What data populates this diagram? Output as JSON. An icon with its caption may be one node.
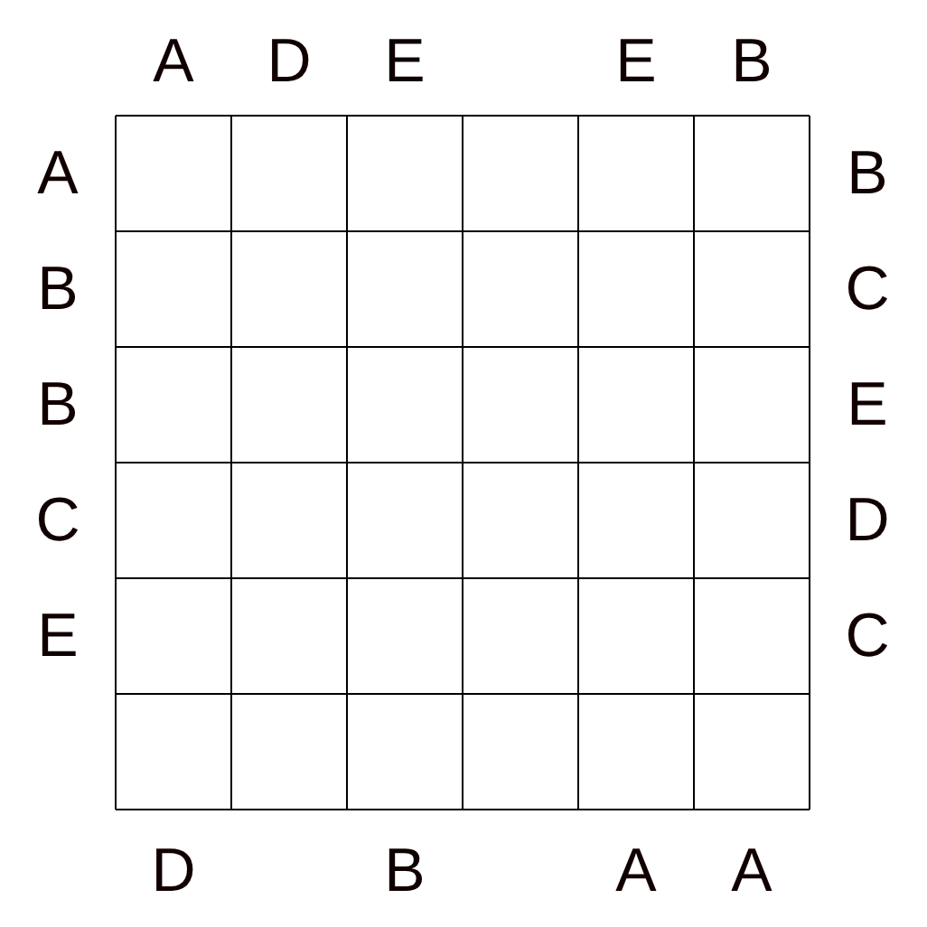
{
  "diagram": {
    "labels": [
      "A",
      "D",
      "E",
      "E",
      "B",
      "A",
      "B",
      "B",
      "C",
      "B",
      "E",
      "C",
      "D",
      "E",
      "C",
      "D",
      "B",
      "A",
      "A"
    ]
  }
}
